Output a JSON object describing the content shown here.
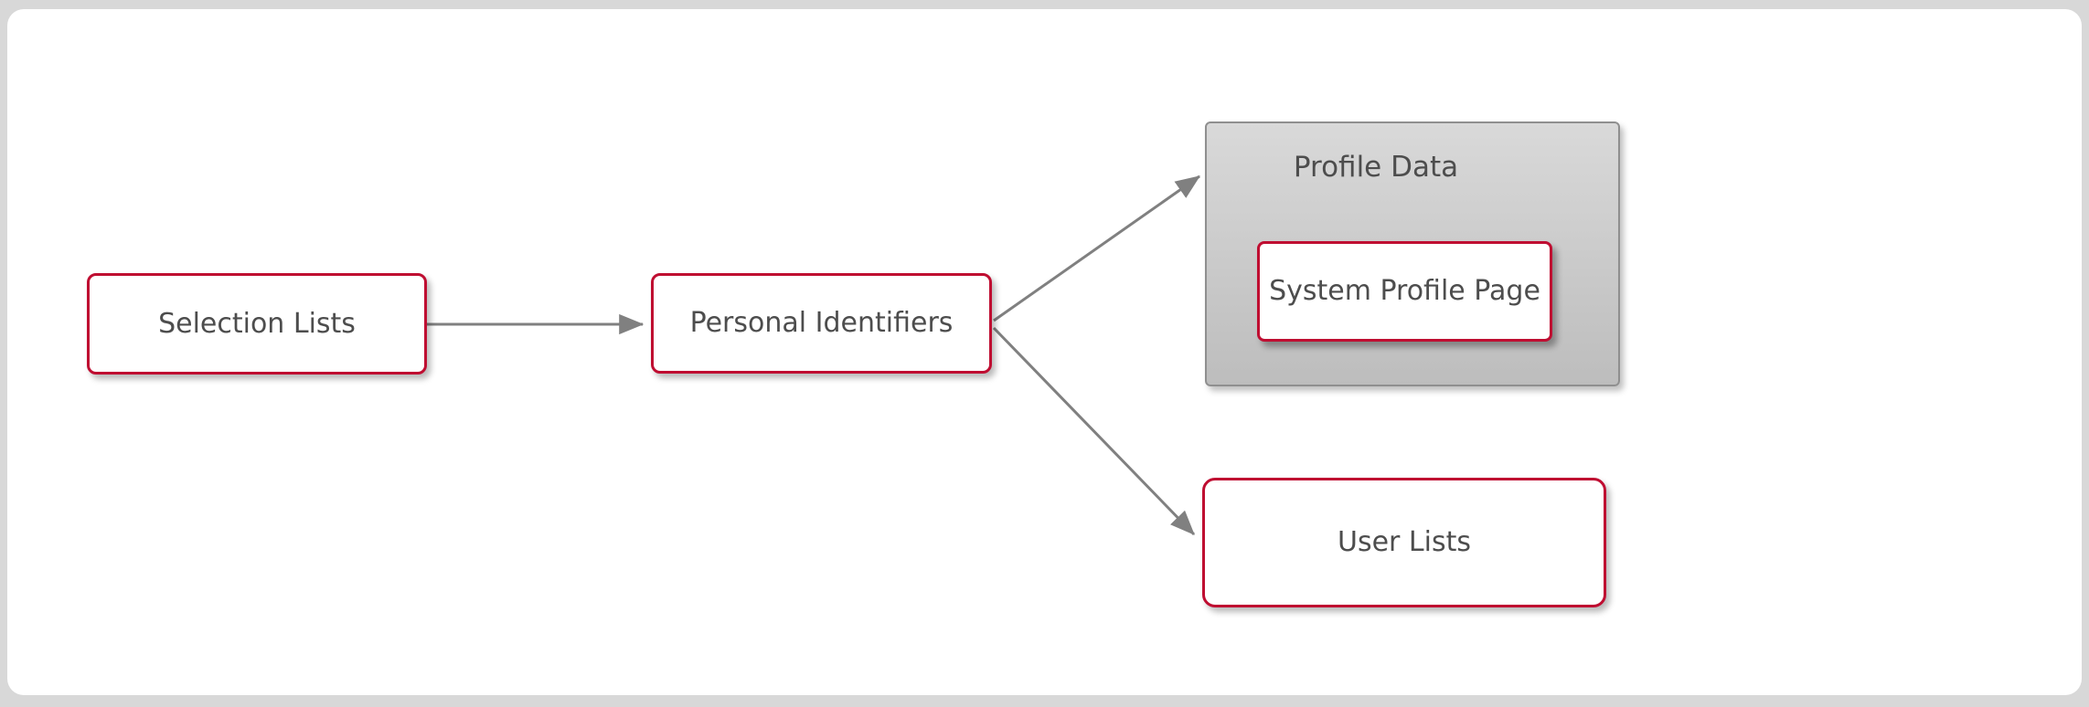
{
  "diagram": {
    "nodes": {
      "selection_lists": {
        "label": "Selection Lists"
      },
      "personal_identifiers": {
        "label": "Personal Identifiers"
      },
      "profile_data_group": {
        "label": "Profile Data"
      },
      "system_profile_page": {
        "label": "System Profile Page"
      },
      "user_lists": {
        "label": "User Lists"
      }
    },
    "edges": [
      {
        "from": "Selection Lists",
        "to": "Personal Identifiers"
      },
      {
        "from": "Personal Identifiers",
        "to": "Profile Data"
      },
      {
        "from": "Personal Identifiers",
        "to": "User Lists"
      }
    ],
    "colors": {
      "node_border": "#bf0d31",
      "node_fill": "#ffffff",
      "group_border": "#8f8f8f",
      "group_fill_top": "#d9d9d9",
      "group_fill_bottom": "#bdbdbd",
      "arrow": "#808080",
      "text": "#4d4d4d",
      "page_margin": "#d8d8d8",
      "canvas_fill": "#ffffff"
    }
  }
}
